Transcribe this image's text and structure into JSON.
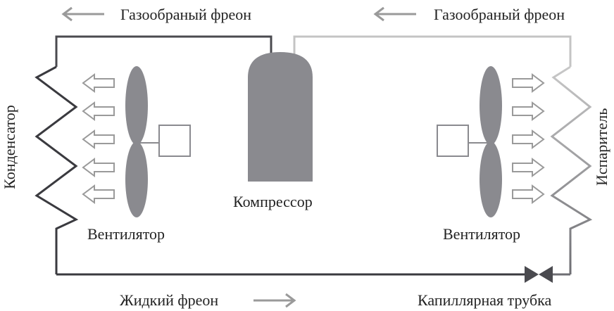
{
  "labels": {
    "top_left": "Газообраный фреон",
    "top_right": "Газообраный фреон",
    "condenser": "Конденсатор",
    "evaporator": "Испаритель",
    "compressor": "Компрессор",
    "fan_left": "Вентилятор",
    "fan_right": "Вентилятор",
    "liquid": "Жидкий фреон",
    "capillary": "Капиллярная трубка"
  },
  "colors": {
    "hot_line": "#4a4a4f",
    "cold_line": "#c4c4c4",
    "liquid_line": "#3a3a3f",
    "component_fill": "#8a8a8f",
    "arrow_gray": "#9a9a9a",
    "text": "#222222"
  },
  "icons": {
    "fan_left": "fan-icon",
    "fan_right": "fan-icon",
    "compressor": "compressor-icon",
    "valve": "valve-icon"
  }
}
